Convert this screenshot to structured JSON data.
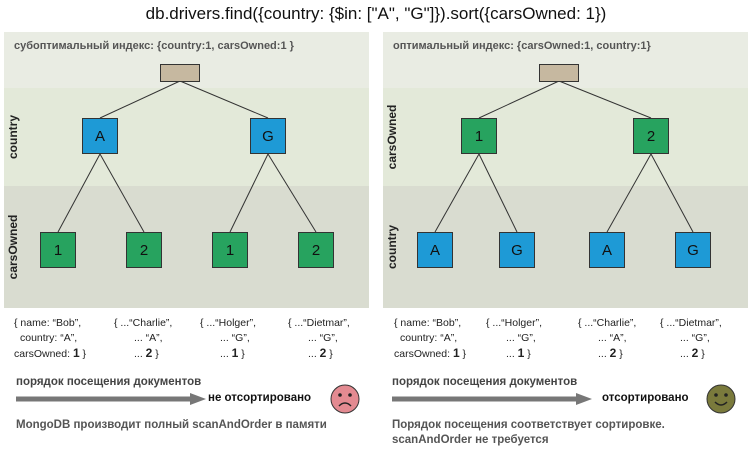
{
  "title": "db.drivers.find({country: {$in: [\"A\", \"G\"]}).sort({carsOwned: 1})",
  "left": {
    "heading": "субоптимальный индекс: {country:1, carsOwned:1 }",
    "level1_label": "country",
    "level2_label": "carsOwned",
    "level1_nodes": [
      "A",
      "G"
    ],
    "level2_nodes": [
      "1",
      "2",
      "1",
      "2"
    ],
    "docs": [
      {
        "l1": "{ name: “Bob”,",
        "l2": "country: “A”,",
        "l3": "carsOwned: ",
        "v": "1",
        "end": " }"
      },
      {
        "l1": "{ ...“Charlie”,",
        "l2": "... “A”,",
        "l3": "... ",
        "v": "2",
        "end": " }"
      },
      {
        "l1": "{ ...“Holger”,",
        "l2": "... “G”,",
        "l3": "... ",
        "v": "1",
        "end": " }"
      },
      {
        "l1": "{ ...“Dietmar”,",
        "l2": "... “G”,",
        "l3": "... ",
        "v": "2",
        "end": " }"
      }
    ],
    "order_label": "порядок посещения документов",
    "status": "не отсортировано",
    "face": "sad",
    "face_color": "#e38a91",
    "note": "MongoDB производит полный scanAndOrder в памяти"
  },
  "right": {
    "heading": "оптимальный индекс: {carsOwned:1, country:1}",
    "level1_label": "carsOwned",
    "level2_label": "country",
    "level1_nodes": [
      "1",
      "2"
    ],
    "level2_nodes": [
      "A",
      "G",
      "A",
      "G"
    ],
    "docs": [
      {
        "l1": "{ name: “Bob”,",
        "l2": "country: “A”,",
        "l3": "carsOwned: ",
        "v": "1",
        "end": " }"
      },
      {
        "l1": "{ ...“Holger”,",
        "l2": "... “G”,",
        "l3": "... ",
        "v": "1",
        "end": " }"
      },
      {
        "l1": "{ ...“Charlie”,",
        "l2": "... “A”,",
        "l3": "... ",
        "v": "2",
        "end": " }"
      },
      {
        "l1": "{ ...“Dietmar”,",
        "l2": "... “G”,",
        "l3": "... ",
        "v": "2",
        "end": " }"
      }
    ],
    "order_label": "порядок посещения документов",
    "status": "отсортировано",
    "face": "happy",
    "face_color": "#7a7a3c",
    "note_line1": "Порядок посещения соответствует сортировке.",
    "note_line2": "scanAndOrder не требуется"
  },
  "colors": {
    "blue_node": "#1e9ad6",
    "green_node": "#27a35f",
    "root_node": "#c6b8a0"
  },
  "icons": [
    "sad-face-icon",
    "happy-face-icon",
    "arrow-right-icon"
  ]
}
